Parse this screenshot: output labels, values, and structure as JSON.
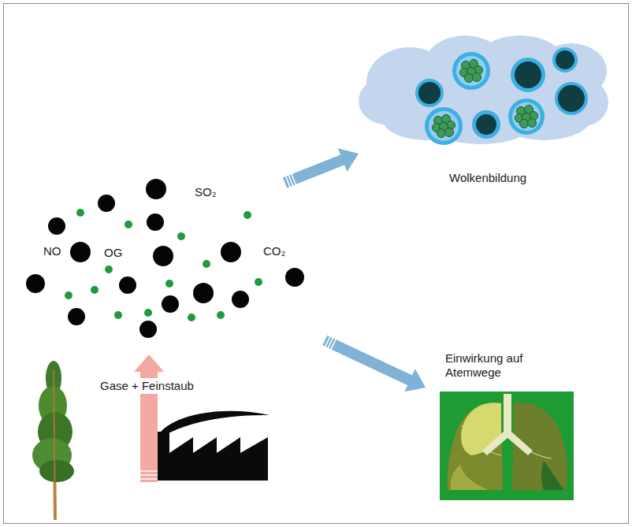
{
  "diagram": {
    "nodes": [
      {
        "text": [
          "NO",
          "OG",
          "SO₂",
          "CO₂"
        ]
      },
      {
        "text": [
          "Wolkenbildung"
        ]
      },
      {
        "text": [
          "Einwirkung auf Atemwege"
        ]
      }
    ],
    "edges": [
      {
        "from": 0,
        "to": 1,
        "arrow": "to"
      },
      {
        "from": 0,
        "to": 2,
        "arrow": "to"
      }
    ],
    "labels": [
      "Gase + Feinstaub"
    ]
  }
}
